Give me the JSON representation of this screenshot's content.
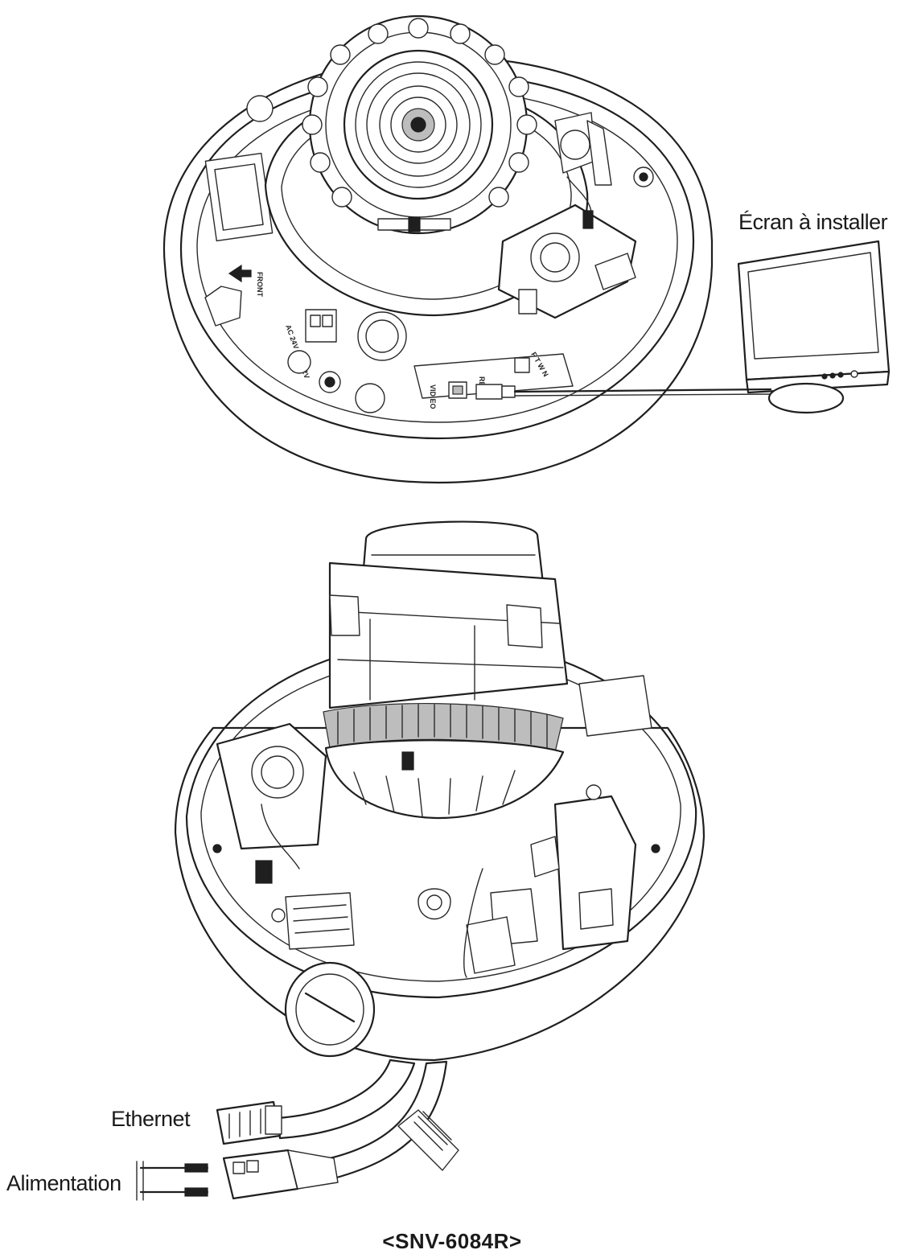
{
  "labels": {
    "monitor": "Écran à installer",
    "ethernet": "Ethernet",
    "power": "Alimentation",
    "model": "<SNV-6084R>"
  },
  "board_marks": {
    "front": "FRONT",
    "power_in": "AC 24V / DC 12V",
    "video_out": "VID EO",
    "reset": "RE",
    "switch": "F T W N"
  }
}
